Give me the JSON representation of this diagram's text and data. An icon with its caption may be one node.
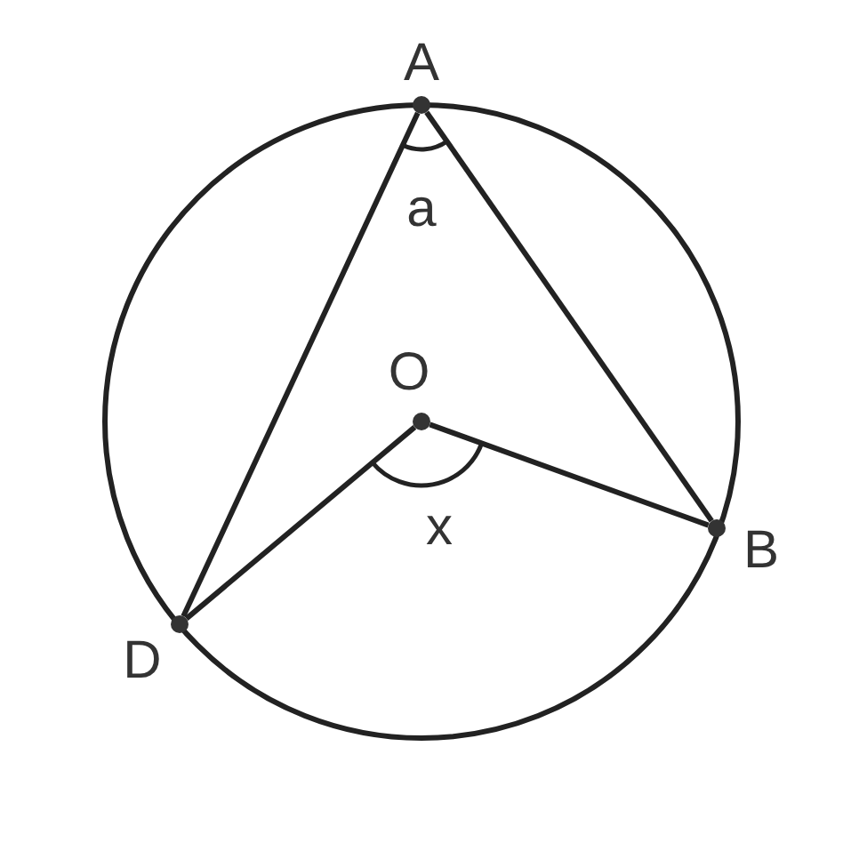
{
  "diagram": {
    "nodes": [
      {
        "text": [],
        "shape": "circle"
      },
      {
        "text": [],
        "shape": "circle"
      },
      {
        "text": [],
        "shape": "circle"
      },
      {
        "text": [],
        "shape": "circle"
      }
    ],
    "edges": [
      {
        "from": 0,
        "to": 3,
        "arrow": "none"
      },
      {
        "from": 0,
        "to": 2,
        "arrow": "none"
      },
      {
        "from": 1,
        "to": 3,
        "arrow": "none"
      },
      {
        "from": 1,
        "to": 2,
        "arrow": "none"
      }
    ],
    "labels": [
      "A",
      "a",
      "O",
      "x",
      "B",
      "D"
    ]
  }
}
